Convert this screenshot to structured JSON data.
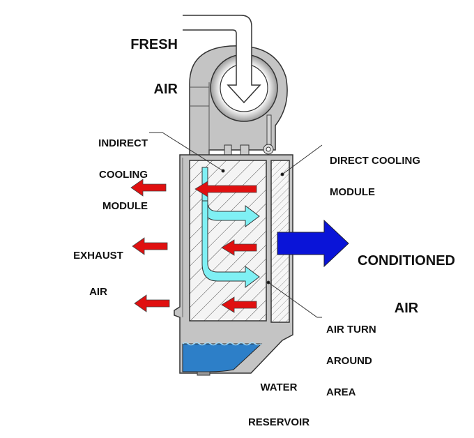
{
  "title": "Indirect/Direct Evaporative Cooling Unit",
  "labels": {
    "fresh_air": [
      "FRESH",
      "AIR"
    ],
    "indirect_cooling_module": [
      "INDIRECT",
      "COOLING",
      "MODULE"
    ],
    "direct_cooling_module": [
      "DIRECT COOLING",
      "MODULE"
    ],
    "exhaust_air": [
      "EXHAUST",
      "AIR"
    ],
    "conditioned_air": [
      "CONDITIONED",
      "AIR"
    ],
    "air_turn_around_area": [
      "AIR TURN",
      "AROUND",
      "AREA"
    ],
    "water_reservoir": [
      "WATER",
      "RESERVOIR"
    ]
  },
  "colors": {
    "exhaust_arrow": "#e01010",
    "primary_air_flow": "#7ff0f4",
    "conditioned_air_arrow": "#0a14d8",
    "water": "#2d7fc8",
    "housing": "#c4c4c4",
    "outline": "#333333"
  },
  "flows": {
    "exhaust_arrow_count": 3,
    "internal_red_arrow_count": 3,
    "cyan_branch_count": 2
  }
}
